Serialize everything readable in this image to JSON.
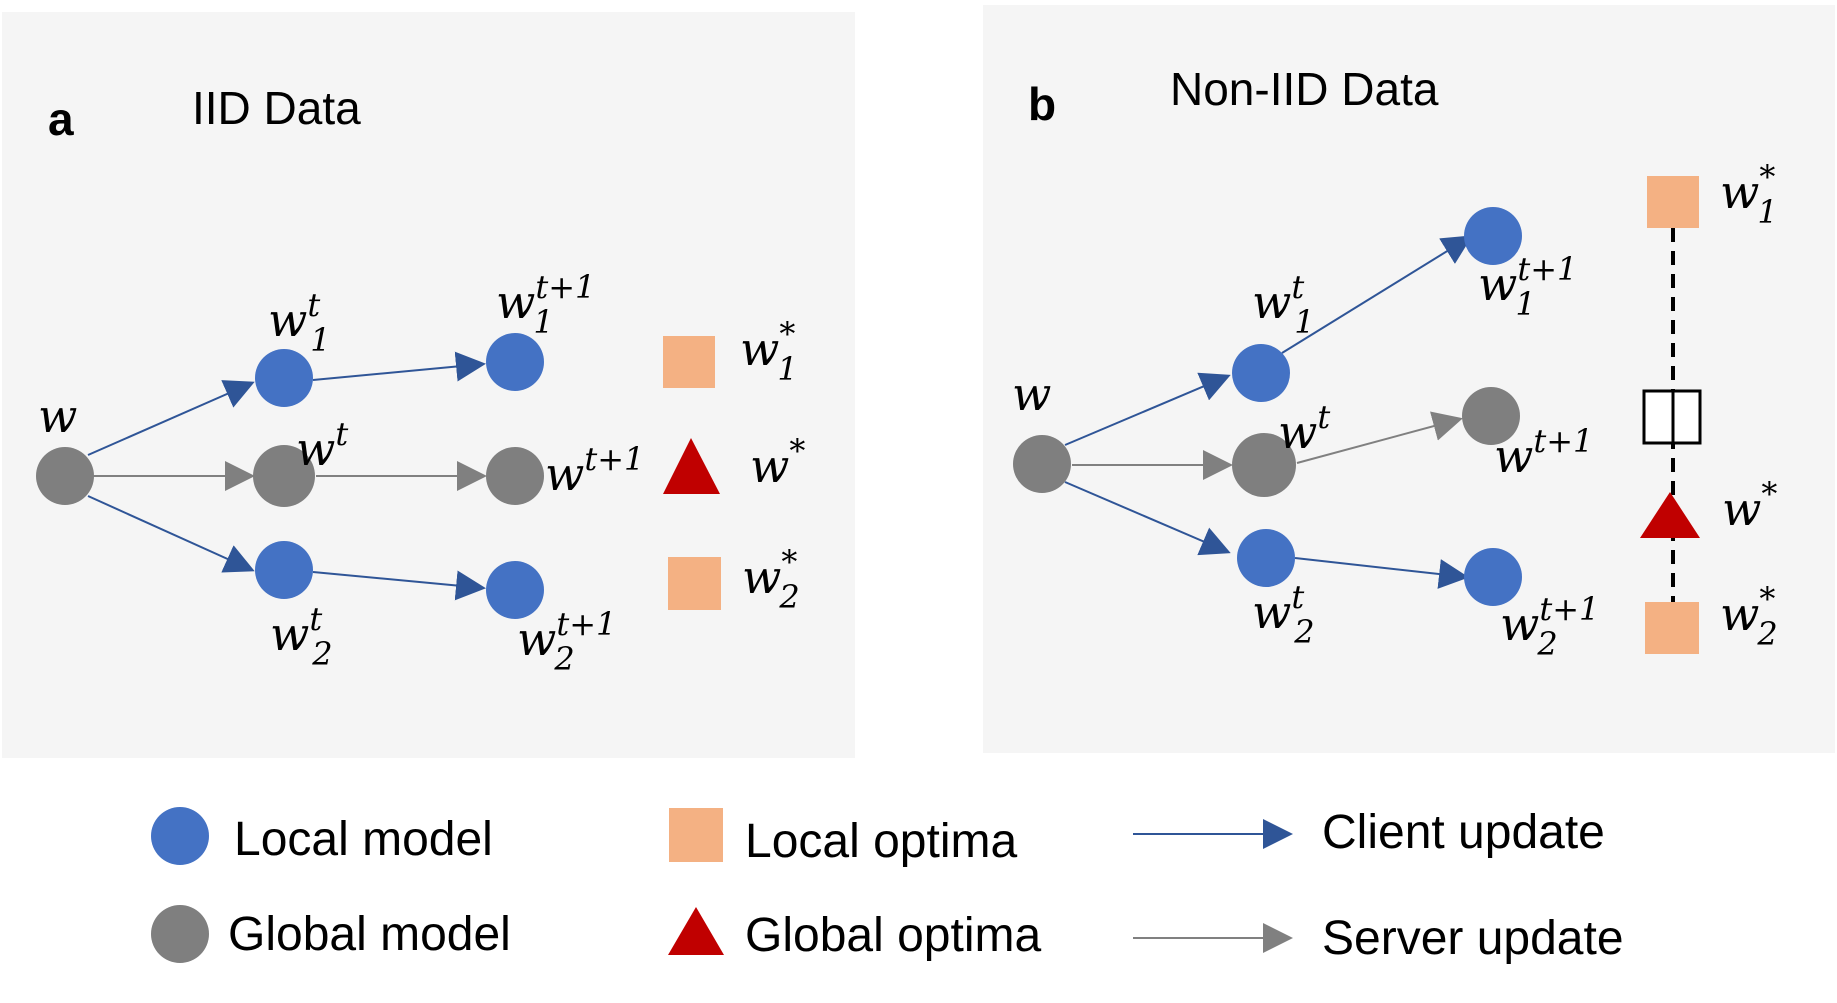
{
  "colors": {
    "panel_bg": "#f5f5f5",
    "local_model": "#4472c4",
    "global_model": "#7f7f7f",
    "local_optima": "#f4b183",
    "global_optima": "#c00000",
    "client_arrow": "#2f5597",
    "server_arrow": "#808080"
  },
  "panel_a": {
    "letter": "a",
    "title": "IID Data",
    "labels": {
      "w": "w",
      "w1t": {
        "base": "w",
        "sub": "1",
        "sup": "t"
      },
      "wt": {
        "base": "w",
        "sup": "t"
      },
      "w2t": {
        "base": "w",
        "sub": "2",
        "sup": "t"
      },
      "w1t1": {
        "base": "w",
        "sub": "1",
        "sup": "t+1"
      },
      "wt1": {
        "base": "w",
        "sup": "t+1"
      },
      "w2t1": {
        "base": "w",
        "sub": "2",
        "sup": "t+1"
      },
      "w1s": {
        "base": "w",
        "sub": "1",
        "sup": "*"
      },
      "ws": {
        "base": "w",
        "sup": "*"
      },
      "w2s": {
        "base": "w",
        "sub": "2",
        "sup": "*"
      }
    }
  },
  "panel_b": {
    "letter": "b",
    "title": "Non-IID Data",
    "labels": {
      "w": "w",
      "w1t": {
        "base": "w",
        "sub": "1",
        "sup": "t"
      },
      "wt": {
        "base": "w",
        "sup": "t"
      },
      "w2t": {
        "base": "w",
        "sub": "2",
        "sup": "t"
      },
      "w1t1": {
        "base": "w",
        "sub": "1",
        "sup": "t+1"
      },
      "wt1": {
        "base": "w",
        "sup": "t+1"
      },
      "w2t1": {
        "base": "w",
        "sub": "2",
        "sup": "t+1"
      },
      "w1s": {
        "base": "w",
        "sub": "1",
        "sup": "*"
      },
      "ws": {
        "base": "w",
        "sup": "*"
      },
      "w2s": {
        "base": "w",
        "sub": "2",
        "sup": "*"
      }
    }
  },
  "legend": {
    "local_model": "Local model",
    "global_model": "Global model",
    "local_optima": "Local optima",
    "global_optima": "Global optima",
    "client_update": "Client update",
    "server_update": "Server update"
  }
}
